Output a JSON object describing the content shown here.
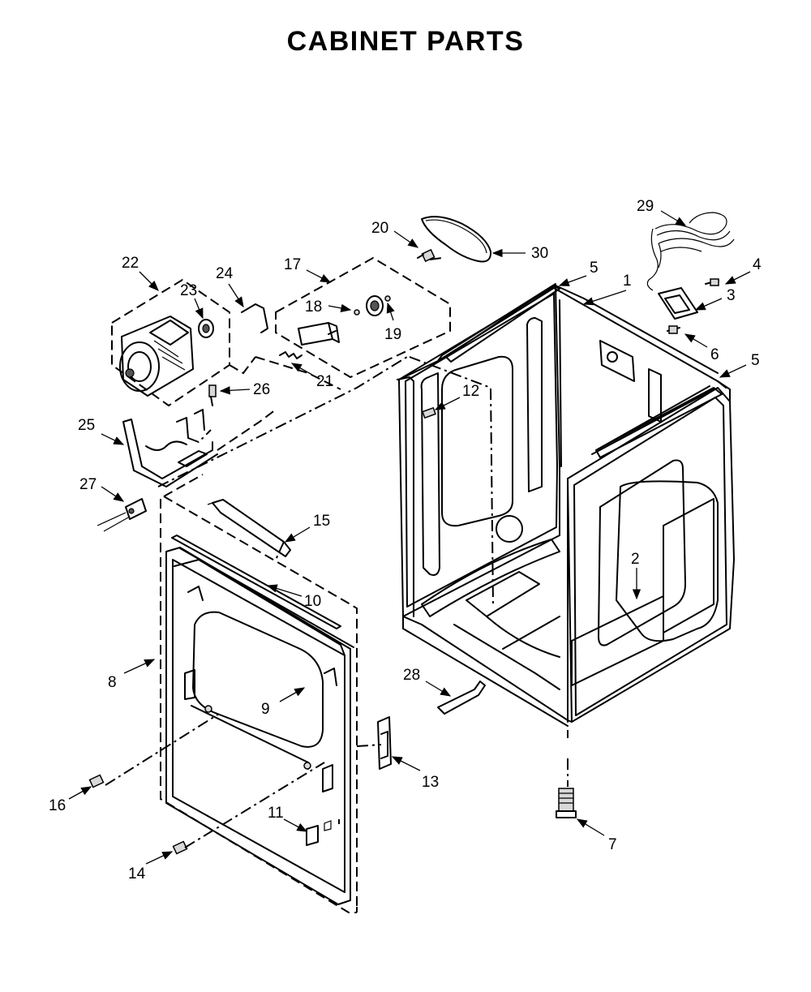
{
  "title": "CABINET PARTS",
  "callouts": [
    {
      "id": "c1",
      "label": "1"
    },
    {
      "id": "c2",
      "label": "2"
    },
    {
      "id": "c3",
      "label": "3"
    },
    {
      "id": "c4",
      "label": "4"
    },
    {
      "id": "c5a",
      "label": "5"
    },
    {
      "id": "c5b",
      "label": "5"
    },
    {
      "id": "c6",
      "label": "6"
    },
    {
      "id": "c7",
      "label": "7"
    },
    {
      "id": "c8",
      "label": "8"
    },
    {
      "id": "c9",
      "label": "9"
    },
    {
      "id": "c10",
      "label": "10"
    },
    {
      "id": "c11",
      "label": "11"
    },
    {
      "id": "c12",
      "label": "12"
    },
    {
      "id": "c13",
      "label": "13"
    },
    {
      "id": "c14",
      "label": "14"
    },
    {
      "id": "c15",
      "label": "15"
    },
    {
      "id": "c16",
      "label": "16"
    },
    {
      "id": "c17",
      "label": "17"
    },
    {
      "id": "c18",
      "label": "18"
    },
    {
      "id": "c19",
      "label": "19"
    },
    {
      "id": "c20",
      "label": "20"
    },
    {
      "id": "c21",
      "label": "21"
    },
    {
      "id": "c22",
      "label": "22"
    },
    {
      "id": "c23",
      "label": "23"
    },
    {
      "id": "c24",
      "label": "24"
    },
    {
      "id": "c25",
      "label": "25"
    },
    {
      "id": "c26",
      "label": "26"
    },
    {
      "id": "c27",
      "label": "27"
    },
    {
      "id": "c28",
      "label": "28"
    },
    {
      "id": "c29",
      "label": "29"
    },
    {
      "id": "c30",
      "label": "30"
    }
  ]
}
